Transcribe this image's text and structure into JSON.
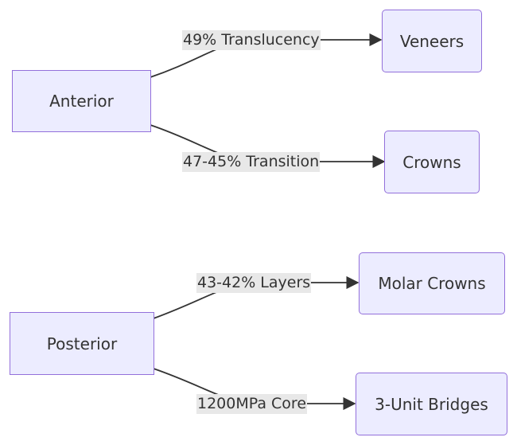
{
  "nodes": {
    "anterior": "Anterior",
    "veneers": "Veneers",
    "crowns": "Crowns",
    "posterior": "Posterior",
    "molar_crowns": "Molar Crowns",
    "bridges": "3-Unit Bridges"
  },
  "edges": {
    "anterior_veneers": "49% Translucency",
    "anterior_crowns": "47-45% Transition",
    "posterior_molar": "43-42% Layers",
    "posterior_bridges": "1200MPa Core"
  },
  "colors": {
    "node_fill": "#ececff",
    "node_border": "#9370db",
    "edge": "#333333",
    "label_bg": "#e8e8e8"
  }
}
